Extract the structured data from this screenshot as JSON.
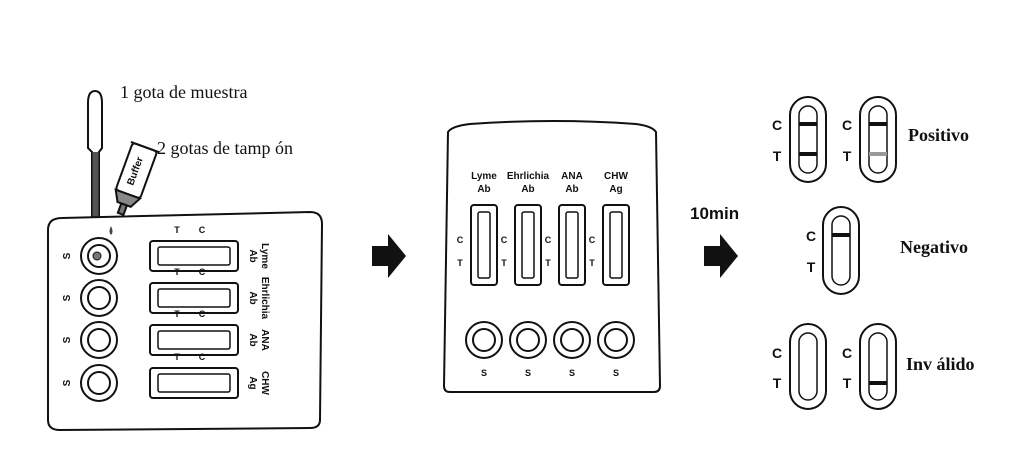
{
  "step1": {
    "drop_sample_label": "1 gota de muestra",
    "drop_buffer_label": "2 gotas de tamp ón",
    "buffer_bottle_text": "Buffer",
    "rows": [
      {
        "name_line1": "Lyme",
        "name_line2": "Ab",
        "c": "C",
        "t": "T",
        "s": "S"
      },
      {
        "name_line1": "Ehrlichia",
        "name_line2": "Ab",
        "c": "C",
        "t": "T",
        "s": "S"
      },
      {
        "name_line1": "ANA",
        "name_line2": "Ab",
        "c": "C",
        "t": "T",
        "s": "S"
      },
      {
        "name_line1": "CHW",
        "name_line2": "Ag",
        "c": "C",
        "t": "T",
        "s": "S"
      }
    ]
  },
  "step2": {
    "columns": [
      {
        "name_line1": "Lyme",
        "name_line2": "Ab",
        "c": "C",
        "t": "T",
        "s": "S"
      },
      {
        "name_line1": "Ehrlichia",
        "name_line2": "Ab",
        "c": "C",
        "t": "T",
        "s": "S"
      },
      {
        "name_line1": "ANA",
        "name_line2": "Ab",
        "c": "C",
        "t": "T",
        "s": "S"
      },
      {
        "name_line1": "CHW",
        "name_line2": "Ag",
        "c": "C",
        "t": "T",
        "s": "S"
      }
    ]
  },
  "timer_label": "10min",
  "results": {
    "c": "C",
    "t": "T",
    "positive": "Positivo",
    "negative": "Negativo",
    "invalid": "Inv álido"
  }
}
